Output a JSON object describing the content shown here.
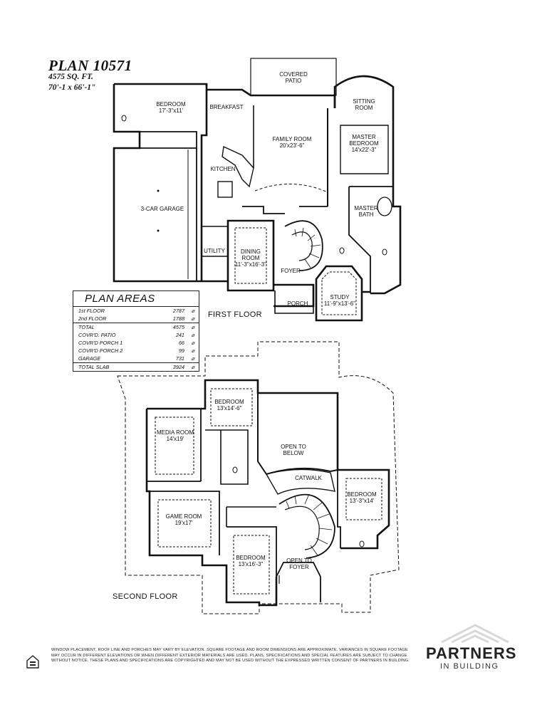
{
  "header": {
    "title": "PLAN 10571",
    "sqft": "4575 SQ. FT.",
    "dimensions": "70'-1 x 66'-1\""
  },
  "first_floor": {
    "label": "FIRST FLOOR",
    "rooms": {
      "covered_patio": {
        "name": "COVERED\nPATIO"
      },
      "sitting_room": {
        "name": "SITTING\nROOM"
      },
      "bedroom": {
        "name": "BEDROOM",
        "size": "17'-3\"x11'"
      },
      "breakfast": {
        "name": "BREAKFAST"
      },
      "family_room": {
        "name": "FAMILY ROOM",
        "size": "20'x23'-6\""
      },
      "master_bedroom": {
        "name": "MASTER\nBEDROOM",
        "size": "14'x22'-3\""
      },
      "kitchen": {
        "name": "KITCHEN"
      },
      "garage": {
        "name": "3-CAR GARAGE"
      },
      "master_bath": {
        "name": "MASTER\nBATH"
      },
      "utility": {
        "name": "UTILITY"
      },
      "dining_room": {
        "name": "DINING\nROOM",
        "size": "11'-3\"x16'-3\""
      },
      "foyer": {
        "name": "FOYER"
      },
      "study": {
        "name": "STUDY",
        "size": "11'-9\"x13'-6\""
      },
      "porch": {
        "name": "PORCH"
      }
    }
  },
  "plan_areas": {
    "title": "PLAN AREAS",
    "rows": [
      {
        "name": "1st FLOOR",
        "value": "2787",
        "unit": "⌀"
      },
      {
        "name": "2nd FLOOR",
        "value": "1788",
        "unit": "⌀"
      },
      {
        "name": "TOTAL",
        "value": "4575",
        "unit": "⌀"
      },
      {
        "name": "COVR'D. PATIO",
        "value": "241",
        "unit": "⌀"
      },
      {
        "name": "COVR'D PORCH 1",
        "value": "66",
        "unit": "⌀"
      },
      {
        "name": "COVR'D PORCH 2",
        "value": "99",
        "unit": "⌀"
      },
      {
        "name": "GARAGE",
        "value": "731",
        "unit": "⌀"
      },
      {
        "name": "TOTAL SLAB",
        "value": "3924",
        "unit": "⌀"
      }
    ]
  },
  "second_floor": {
    "label": "SECOND FLOOR",
    "rooms": {
      "bedroom_top": {
        "name": "BEDROOM",
        "size": "13'x14'-6\""
      },
      "media_room": {
        "name": "MEDIA ROOM",
        "size": "14'x19'"
      },
      "open_to_below": {
        "name": "OPEN TO\nBELOW"
      },
      "catwalk": {
        "name": "CATWALK"
      },
      "bedroom_right": {
        "name": "BEDROOM",
        "size": "13'-3\"x14'"
      },
      "game_room": {
        "name": "GAME ROOM",
        "size": "19'x17'"
      },
      "bedroom_bottom": {
        "name": "BEDROOM",
        "size": "13'x16'-3\""
      },
      "open_to_foyer": {
        "name": "OPEN TO\nFOYER"
      }
    }
  },
  "disclaimer": "WINDOW PLACEMENT, ROOF LINE AND PORCHES MAY VARY BY ELEVATION. SQUARE FOOTAGE AND ROOM DIMENSIONS ARE APPROXIMATE. VARIANCES IN SQUARE FOOTAGE MAY OCCUR IN DIFFERENT ELEVATIONS OR WHEN DIFFERENT EXTERIOR MATERIALS ARE USED. PLANS, SPECIFICATIONS AND SPECIAL FEATURES ARE SUBJECT TO CHANGE WITHOUT NOTICE. THESE PLANS AND SPECIFICATIONS ARE COPYRIGHTED AND MAY NOT BE USED WITHOUT THE EXPRESSED WRITTEN CONSENT OF PARTNERS IN BUILDING.",
  "brand": {
    "name": "PARTNERS",
    "tagline": "IN BUILDING"
  }
}
